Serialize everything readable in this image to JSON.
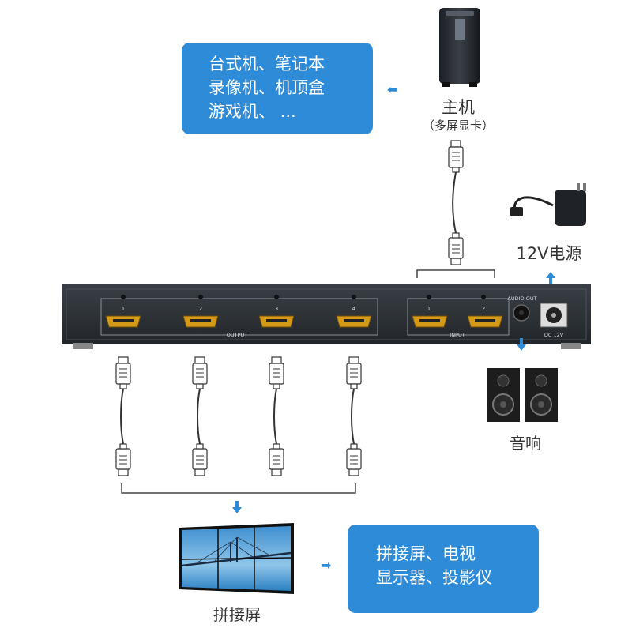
{
  "source_box": {
    "lines": [
      "台式机、笔记本",
      "录像机、机顶盒",
      "游戏机、 ..."
    ]
  },
  "host": {
    "title": "主机",
    "subtitle": "（多屏显卡）"
  },
  "power": {
    "label": "12V电源"
  },
  "speaker": {
    "label": "音响"
  },
  "device": {
    "output_label": "OUTPUT",
    "input_label": "INPUT",
    "audio_label": "AUDIO OUT",
    "dc_label": "DC 12V",
    "output_ports": [
      "1",
      "2",
      "3",
      "4"
    ],
    "input_ports": [
      "1",
      "2"
    ]
  },
  "display": {
    "label": "拼接屏"
  },
  "target_box": {
    "lines": [
      "拼接屏、电视",
      "显示器、投影仪"
    ]
  },
  "colors": {
    "accent": "#2e8bd8",
    "device": "#2b2f34",
    "port": "#d49a17"
  }
}
